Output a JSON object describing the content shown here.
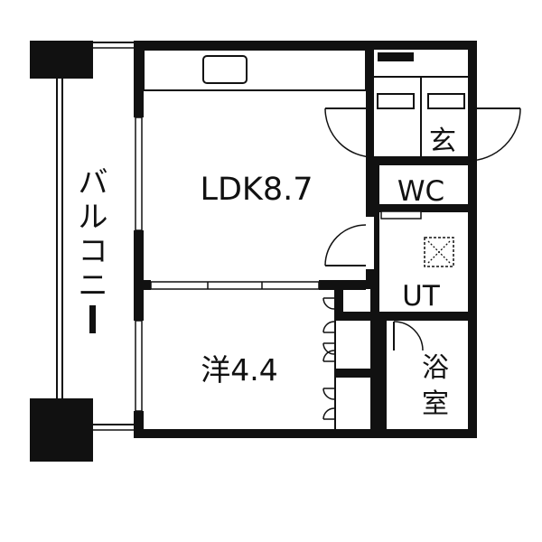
{
  "rooms": {
    "ldk": "LDK8.7",
    "western": "洋4.4",
    "wc": "WC",
    "ut": "UT",
    "bath_line1": "浴",
    "bath_line2": "室",
    "entrance": "玄"
  },
  "balcony": {
    "label_chars": [
      "バ",
      "ル",
      "コ",
      "ニ",
      "ー"
    ]
  },
  "colors": {
    "wall": "#111111",
    "background": "#ffffff"
  }
}
